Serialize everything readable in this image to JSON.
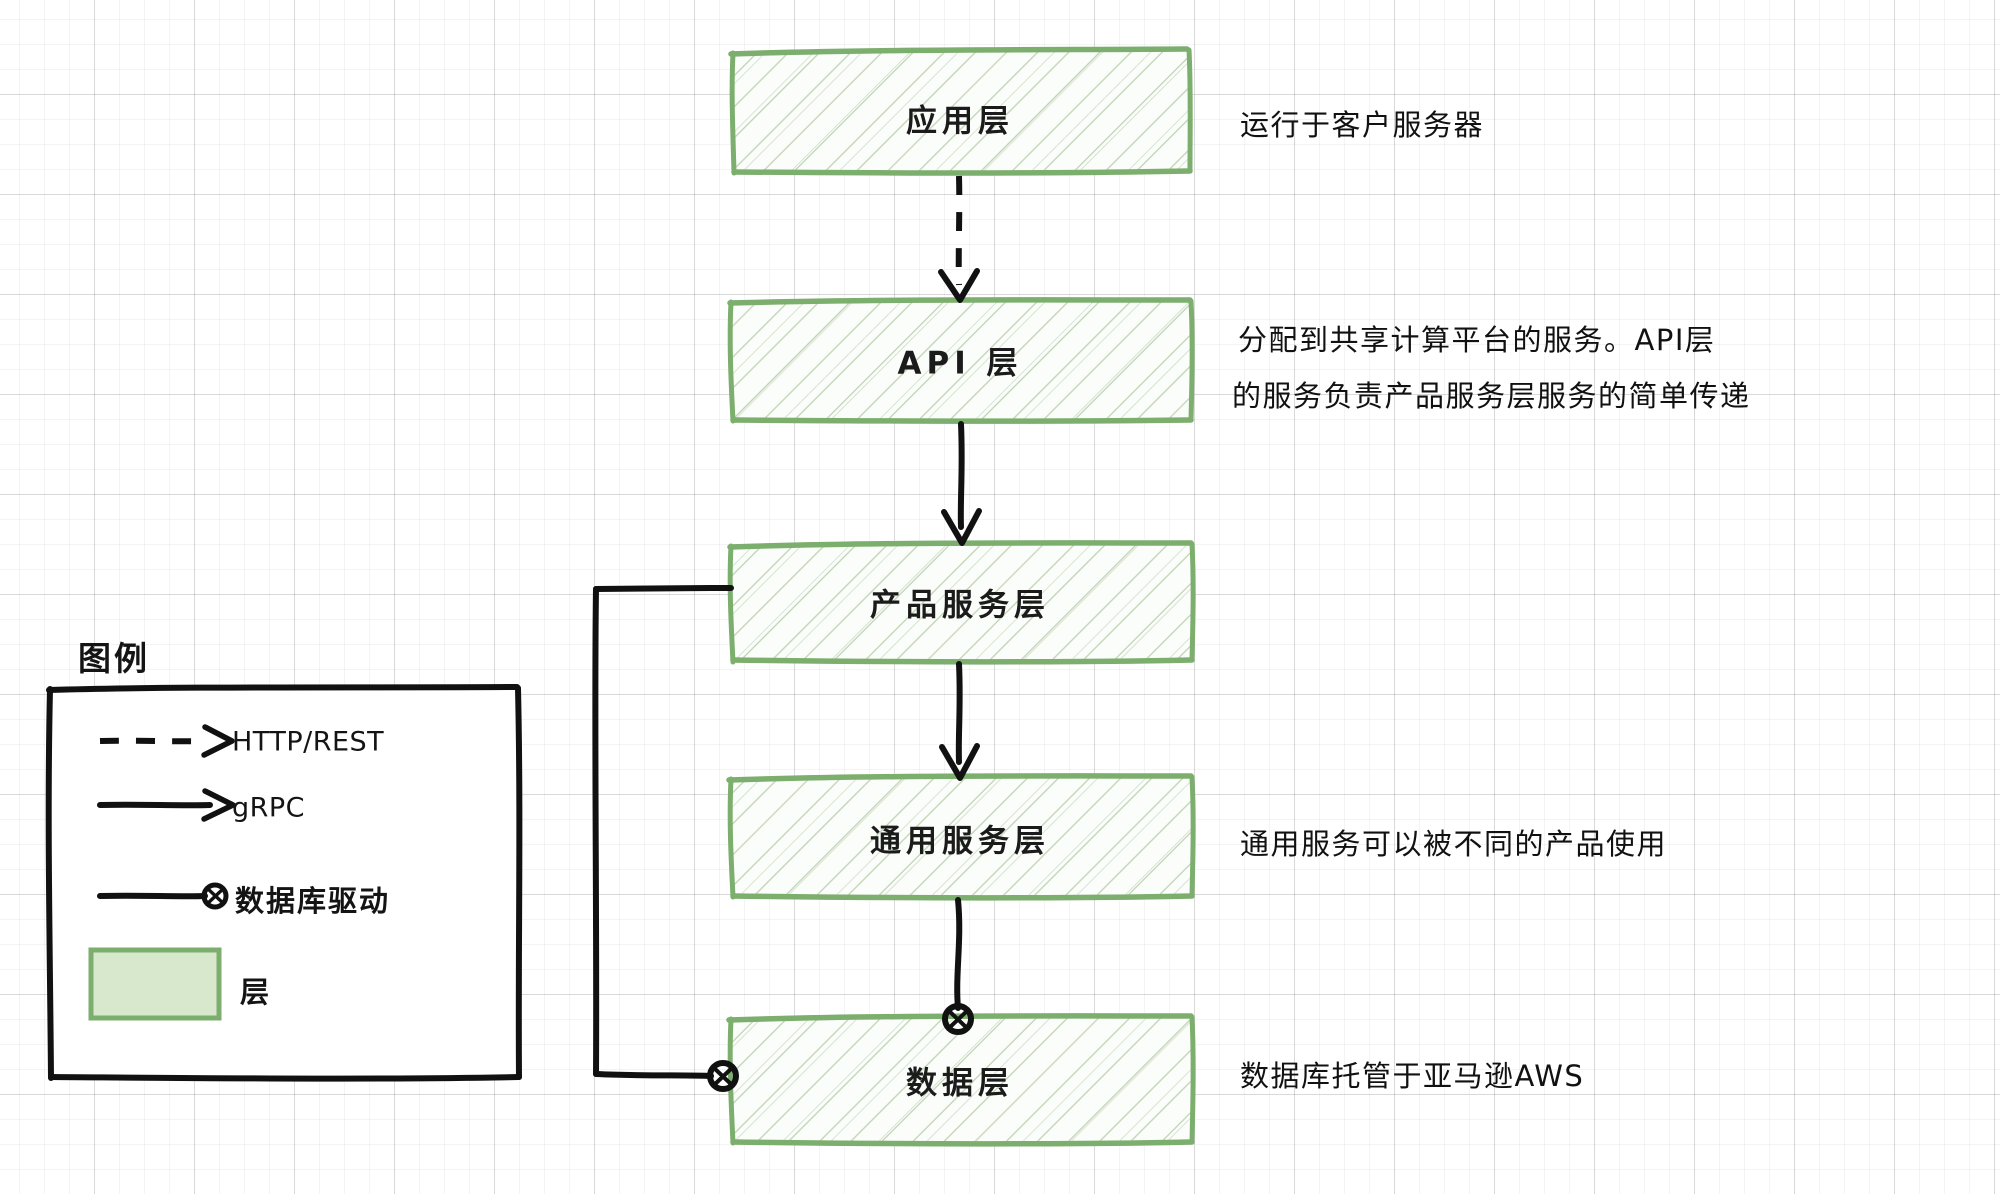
{
  "diagram": {
    "type": "layered-architecture",
    "title_visible": false,
    "colors": {
      "layer_stroke": "#7cae6e",
      "layer_fill": "#e3eedd",
      "connector": "#111111",
      "grid": "#d8d8d8",
      "text": "#141414"
    },
    "layers": [
      {
        "id": "application",
        "label": "应用层",
        "note": [
          "运行于客户服务器"
        ]
      },
      {
        "id": "api",
        "label": "API 层",
        "note": [
          "分配到共享计算平台的服务。API层",
          "的服务负责产品服务层服务的简单传递"
        ]
      },
      {
        "id": "product-service",
        "label": "产品服务层",
        "note": []
      },
      {
        "id": "common-service",
        "label": "通用服务层",
        "note": [
          "通用服务可以被不同的产品使用"
        ]
      },
      {
        "id": "data",
        "label": "数据层",
        "note": [
          "数据库托管于亚马逊AWS"
        ]
      }
    ],
    "connectors": [
      {
        "from": "application",
        "to": "api",
        "kind": "http-rest"
      },
      {
        "from": "api",
        "to": "product-service",
        "kind": "grpc"
      },
      {
        "from": "product-service",
        "to": "common-service",
        "kind": "grpc"
      },
      {
        "from": "common-service",
        "to": "data",
        "kind": "database-driver"
      },
      {
        "from": "product-service",
        "to": "data",
        "kind": "database-driver"
      }
    ]
  },
  "legend": {
    "title": "图例",
    "items": [
      {
        "id": "http-rest",
        "label": "HTTP/REST",
        "style": "dashed-arrow"
      },
      {
        "id": "grpc",
        "label": "gRPC",
        "style": "solid-arrow"
      },
      {
        "id": "database-driver",
        "label": "数据库驱动",
        "style": "solid-circle-end"
      },
      {
        "id": "layer",
        "label": "层",
        "style": "green-swatch"
      }
    ]
  }
}
